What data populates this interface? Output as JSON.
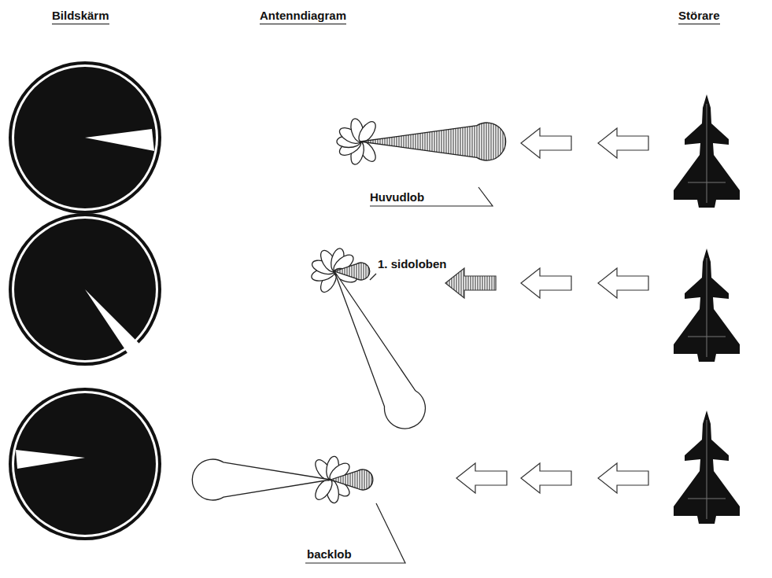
{
  "diagram": {
    "labels": [
      "Bildskärm",
      "Antenndiagram",
      "Störare",
      "Huvudlob",
      "1. sidoloben",
      "backlob"
    ]
  }
}
